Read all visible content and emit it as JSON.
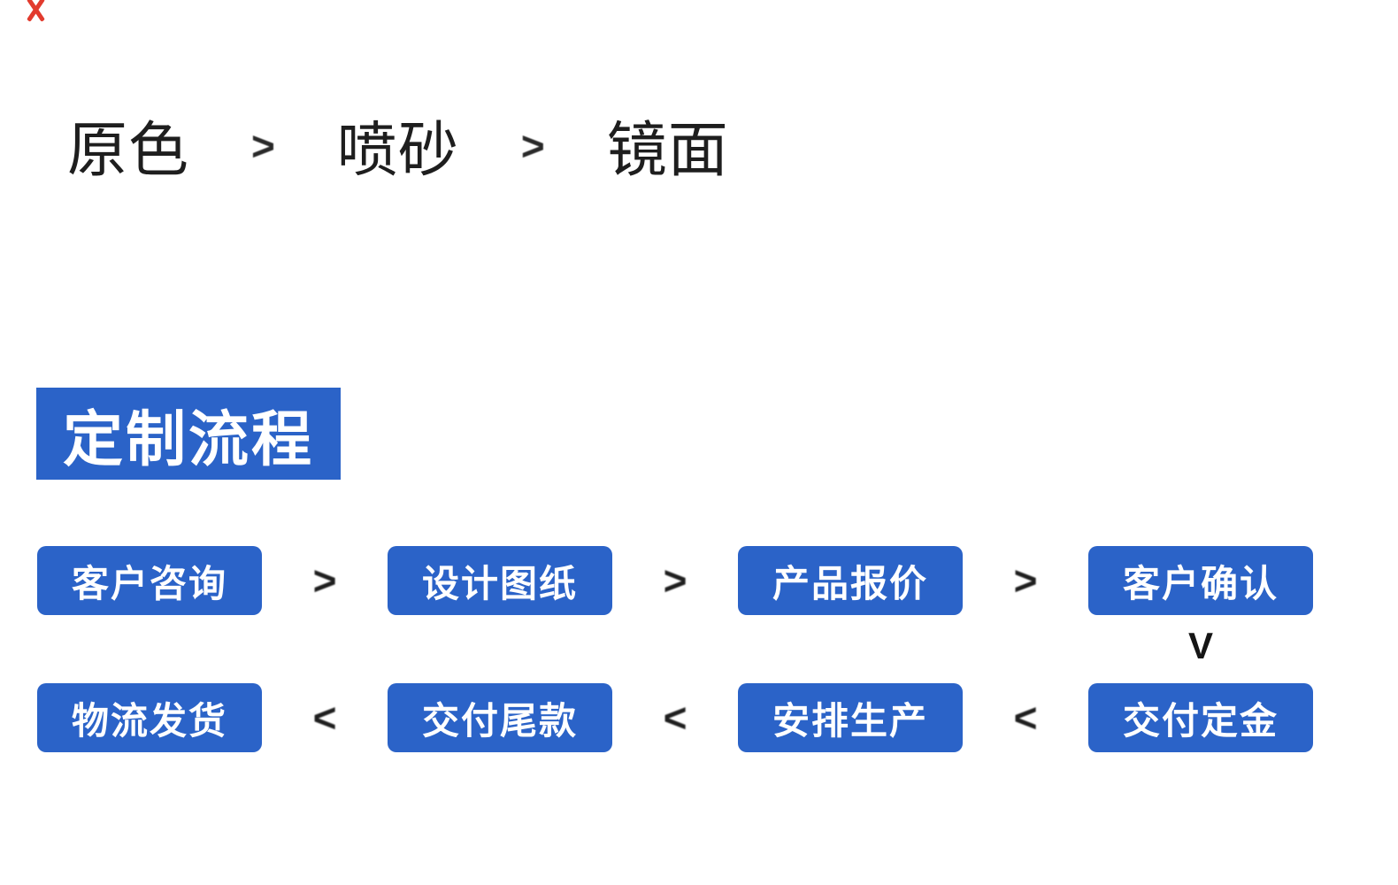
{
  "theme": {
    "accent_blue": "#2b63c8",
    "text_dark": "#1e1e1e",
    "box_text_color": "#ffffff",
    "red_fragment_color": "#e23b2e",
    "background": "#ffffff"
  },
  "finish_bar": {
    "options": [
      "原色",
      "喷砂",
      "镜面"
    ],
    "separator": ">"
  },
  "section_header": {
    "title": "定制流程"
  },
  "custom_flow": {
    "top_row": {
      "steps": [
        "客户咨询",
        "设计图纸",
        "产品报价",
        "客户确认"
      ],
      "separator": ">"
    },
    "down_connector": "V",
    "bottom_row": {
      "steps": [
        "物流发货",
        "交付尾款",
        "安排生产",
        "交付定金"
      ],
      "separator": "<"
    }
  }
}
